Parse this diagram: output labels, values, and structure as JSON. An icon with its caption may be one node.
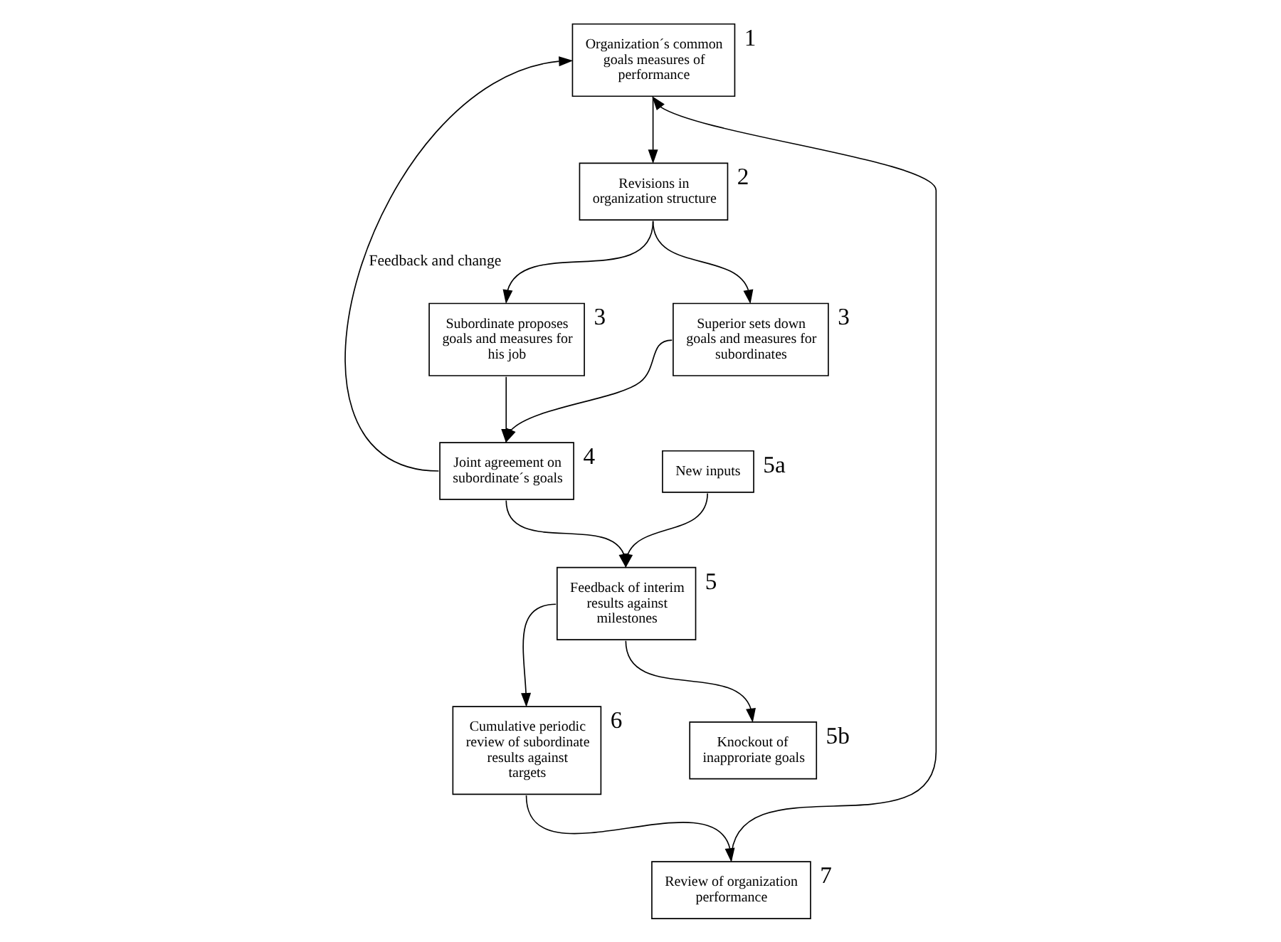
{
  "diagram": {
    "nodes": [
      {
        "text": [
          "Organization´s common goals measures of performance"
        ],
        "beside": [
          "1"
        ]
      },
      {
        "text": [
          "Revisions in organization structure"
        ],
        "beside": [
          "2"
        ]
      },
      {
        "text": [
          "Superior sets down goals and measures for subordinates"
        ],
        "beside": [
          "3"
        ]
      },
      {
        "text": [
          "Subordinate proposes goals and measures for his job"
        ],
        "beside": [
          "3"
        ]
      },
      {
        "text": [
          "Joint agreement on subordinate´s goals"
        ],
        "beside": [
          "4"
        ]
      },
      {
        "text": [
          "Feedback of interim results against milestones"
        ],
        "beside": [
          "5"
        ]
      },
      {
        "text": [
          "New inputs"
        ],
        "beside": [
          "5a"
        ]
      },
      {
        "text": [
          "Knockout of inapproriate goals"
        ],
        "beside": [
          "5b"
        ]
      },
      {
        "text": [
          "Cumulative periodic review of subordinate results against targets"
        ],
        "beside": [
          "6"
        ]
      },
      {
        "text": [
          "Review of organization performance"
        ],
        "beside": [
          "7"
        ]
      }
    ],
    "edges": [
      {
        "from": 0,
        "to": 1,
        "arrow": "to"
      },
      {
        "from": 1,
        "to": 2,
        "arrow": "to"
      },
      {
        "from": 1,
        "to": 3,
        "arrow": "to"
      },
      {
        "from": 2,
        "to": 4,
        "arrow": "to"
      },
      {
        "from": 3,
        "to": 4,
        "arrow": "to"
      },
      {
        "from": 4,
        "to": 0,
        "arrow": "to",
        "label": "Feedback and change"
      },
      {
        "from": 4,
        "to": 5,
        "arrow": "to"
      },
      {
        "from": 6,
        "to": 5,
        "arrow": "to"
      },
      {
        "from": 5,
        "to": 8,
        "arrow": "to"
      },
      {
        "from": 5,
        "to": 7,
        "arrow": "to"
      },
      {
        "from": 8,
        "to": 9,
        "arrow": "to"
      },
      {
        "from": 9,
        "to": 0,
        "arrow": "to"
      }
    ]
  }
}
